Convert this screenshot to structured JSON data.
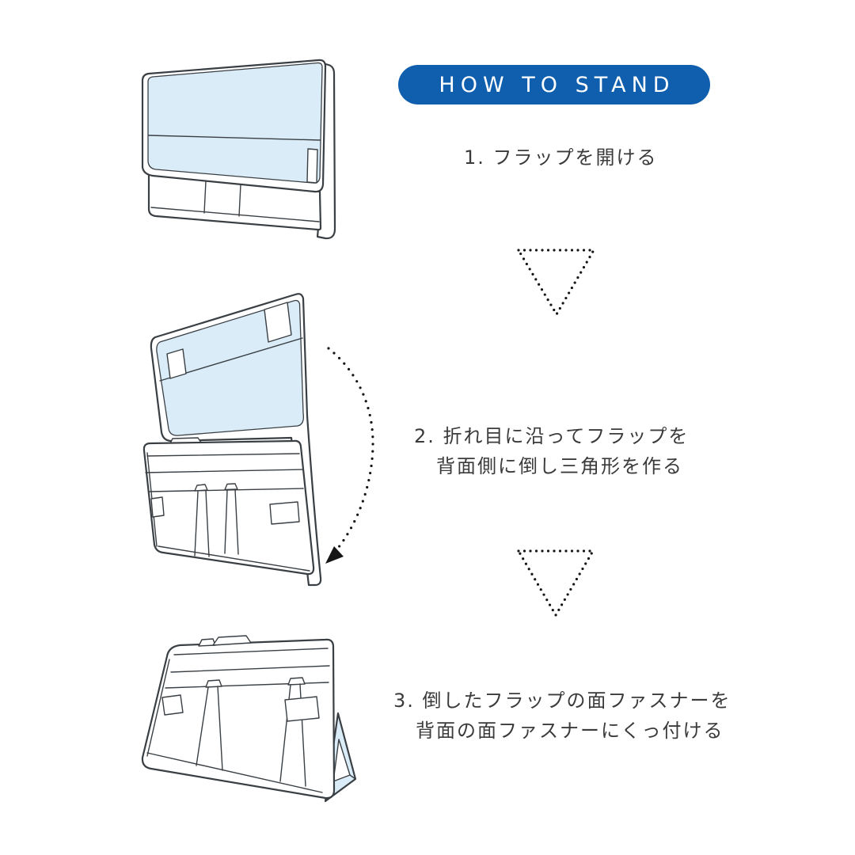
{
  "header": {
    "title": "HOW TO STAND"
  },
  "steps": [
    {
      "line1": "1. フラップを開ける"
    },
    {
      "line1": "2. 折れ目に沿ってフラップを",
      "line2": "背面側に倒し三角形を作る"
    },
    {
      "line1": "3. 倒したフラップの面ファスナーを",
      "line2": "背面の面ファスナーにくっ付ける"
    }
  ],
  "separators": [
    {
      "icon": "dotted-triangle-down"
    },
    {
      "icon": "dotted-triangle-down"
    }
  ],
  "illustrations": [
    {
      "name": "closed-case-with-flap"
    },
    {
      "name": "open-flap-with-fold-arrow"
    },
    {
      "name": "standing-case-with-triangle-stand"
    }
  ],
  "colors": {
    "header_bg": "#0f5fae",
    "header_text": "#ffffff",
    "outline": "#3a3f44",
    "flap_fill": "#d9ecf8",
    "text": "#3b3b3b",
    "arrow": "#161616",
    "background": "#ffffff"
  }
}
